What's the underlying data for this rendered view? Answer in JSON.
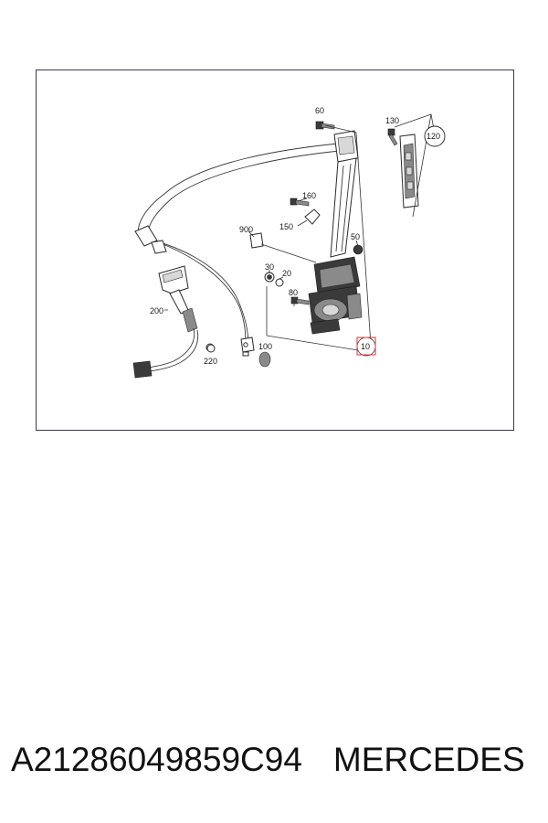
{
  "diagram": {
    "callouts": {
      "c10": "10",
      "c20": "20",
      "c30": "30",
      "c50": "50",
      "c60": "60",
      "c80": "80",
      "c100": "100",
      "c120": "120",
      "c130": "130",
      "c150": "150",
      "c160": "160",
      "c200": "200",
      "c220": "220",
      "c900": "900"
    },
    "highlight_color": "#e03030"
  },
  "caption": {
    "part_number": "A21286049859C94",
    "brand": "MERCEDES"
  }
}
